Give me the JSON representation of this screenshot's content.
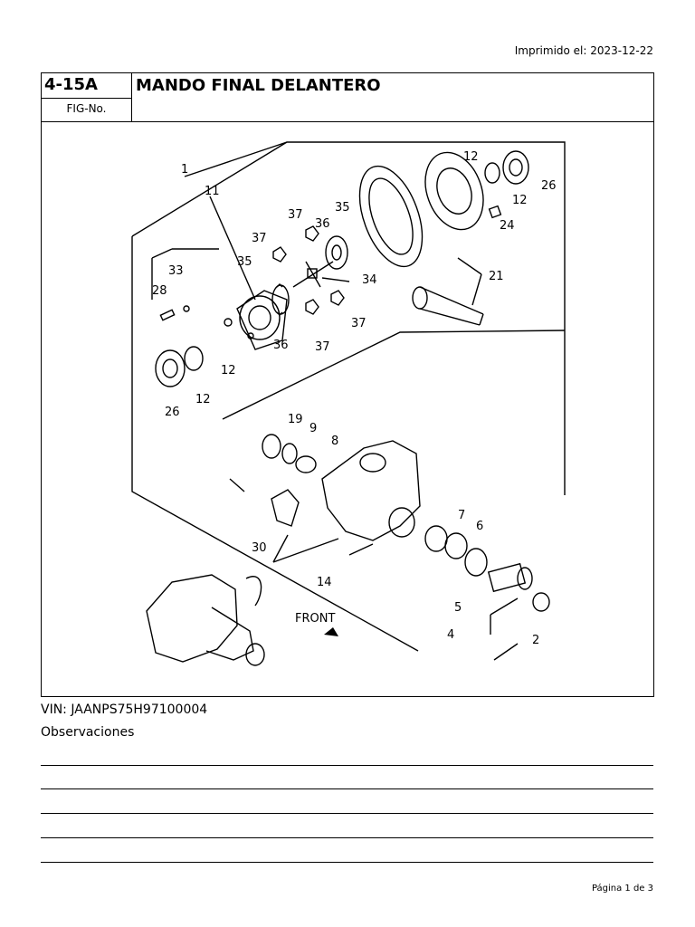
{
  "printed_label": "Imprimido el: 2023-12-22",
  "figure": {
    "number": "4-15A",
    "label": "FIG-No.",
    "title": "MANDO FINAL DELANTERO"
  },
  "callouts": [
    "1",
    "11",
    "12",
    "26",
    "12",
    "24",
    "37",
    "35",
    "36",
    "37",
    "33",
    "35",
    "34",
    "21",
    "28",
    "36",
    "37",
    "37",
    "12",
    "26",
    "12",
    "19",
    "9",
    "8",
    "7",
    "6",
    "30",
    "14",
    "5",
    "4",
    "2",
    "1"
  ],
  "front_label": "FRONT",
  "vin": "VIN: JAANPS75H97100004",
  "observations_label": "Observaciones",
  "page_label": "Página 1 de 3"
}
